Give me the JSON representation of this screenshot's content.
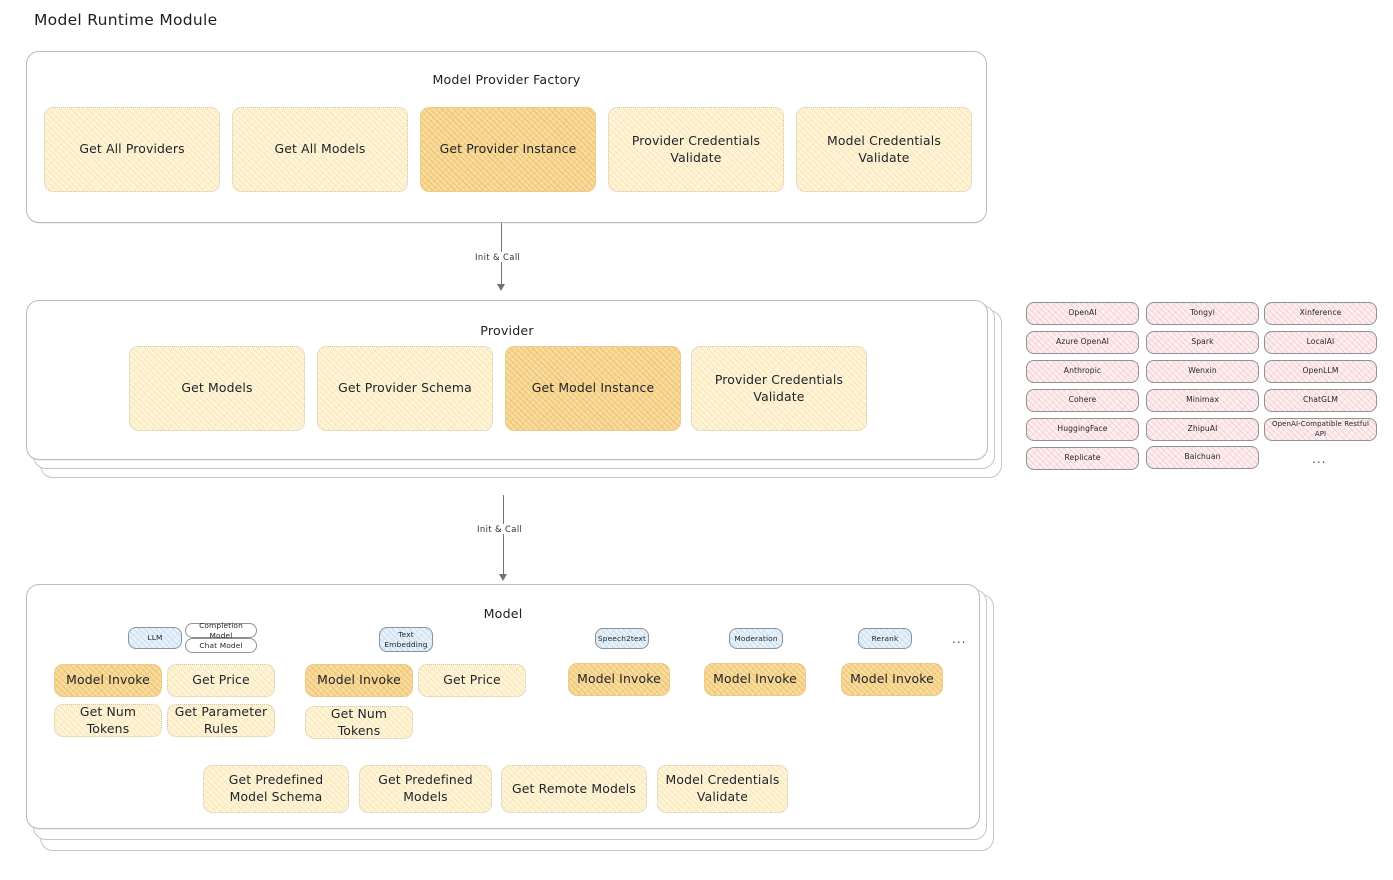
{
  "page": {
    "title": "Model Runtime Module"
  },
  "factory": {
    "title": "Model Provider Factory",
    "nodes": [
      {
        "label": "Get All Providers",
        "highlight": false
      },
      {
        "label": "Get All Models",
        "highlight": false
      },
      {
        "label": "Get Provider Instance",
        "highlight": true
      },
      {
        "label": "Provider Credentials Validate",
        "highlight": false
      },
      {
        "label": "Model Credentials Validate",
        "highlight": false
      }
    ]
  },
  "arrows": [
    {
      "label": "Init & Call"
    },
    {
      "label": "Init & Call"
    }
  ],
  "provider": {
    "title": "Provider",
    "nodes": [
      {
        "label": "Get Models",
        "highlight": false
      },
      {
        "label": "Get Provider Schema",
        "highlight": false
      },
      {
        "label": "Get Model Instance",
        "highlight": true
      },
      {
        "label": "Provider Credentials Validate",
        "highlight": false
      }
    ]
  },
  "provider_list": {
    "columns": [
      [
        "OpenAI",
        "Azure OpenAI",
        "Anthropic",
        "Cohere",
        "HuggingFace",
        "Replicate"
      ],
      [
        "Tongyi",
        "Spark",
        "Wenxin",
        "Minimax",
        "ZhipuAI",
        "Baichuan"
      ],
      [
        "Xinference",
        "LocalAI",
        "OpenLLM",
        "ChatGLM",
        "OpenAI-Compatible Restful API"
      ]
    ],
    "more": "..."
  },
  "model": {
    "title": "Model",
    "more": "...",
    "types": [
      {
        "name": "LLM",
        "sub": [
          "Completion Model",
          "Chat Model"
        ],
        "methods": [
          {
            "label": "Model Invoke",
            "highlight": true
          },
          {
            "label": "Get Price",
            "highlight": false
          },
          {
            "label": "Get Num Tokens",
            "highlight": false
          },
          {
            "label": "Get Parameter Rules",
            "highlight": false
          }
        ]
      },
      {
        "name": "Text Embedding",
        "sub": [],
        "methods": [
          {
            "label": "Model Invoke",
            "highlight": true
          },
          {
            "label": "Get Price",
            "highlight": false
          },
          {
            "label": "Get Num Tokens",
            "highlight": false
          }
        ]
      },
      {
        "name": "Speech2text",
        "sub": [],
        "methods": [
          {
            "label": "Model Invoke",
            "highlight": true
          }
        ]
      },
      {
        "name": "Moderation",
        "sub": [],
        "methods": [
          {
            "label": "Model Invoke",
            "highlight": true
          }
        ]
      },
      {
        "name": "Rerank",
        "sub": [],
        "methods": [
          {
            "label": "Model Invoke",
            "highlight": true
          }
        ]
      }
    ],
    "common": [
      "Get Predefined Model Schema",
      "Get Predefined Models",
      "Get Remote Models",
      "Model Credentials Validate"
    ]
  },
  "colors": {
    "cream": "#fdf4da",
    "amber": "#f8dca3",
    "rose": "#fdeef0",
    "blue": "#e8f2fb",
    "stroke": "#b9bcc0"
  }
}
